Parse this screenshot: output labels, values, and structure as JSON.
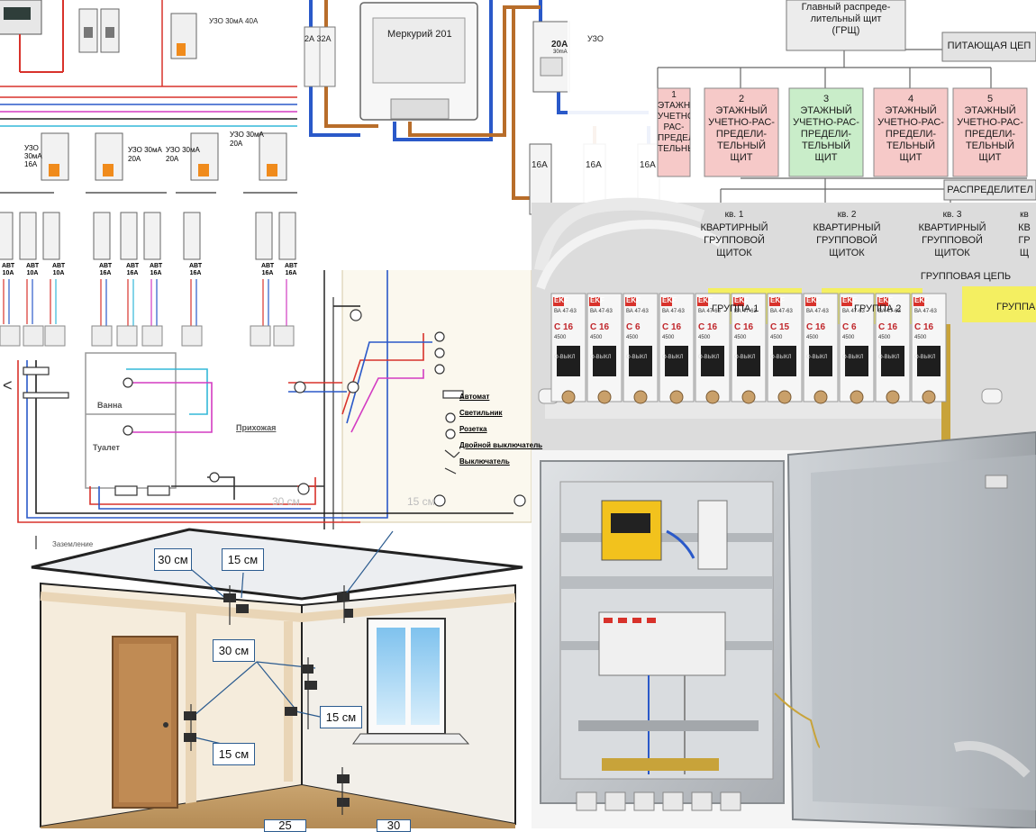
{
  "left_schematic": {
    "rcd_top": "УЗО 30мА 40А",
    "rcd_labels": [
      {
        "line1": "УЗО",
        "line2": "30мА",
        "line3": "16А"
      },
      {
        "line1": "УЗО 30мА",
        "line2": "20А",
        "line3": ""
      },
      {
        "line1": "УЗО 30мА",
        "line2": "20А",
        "line3": ""
      },
      {
        "line1": "УЗО 30мА",
        "line2": "20А",
        "line3": ""
      }
    ],
    "breakers": [
      {
        "line1": "АВТ",
        "line2": "10А"
      },
      {
        "line1": "АВТ",
        "line2": "10А"
      },
      {
        "line1": "АВТ",
        "line2": "10А"
      },
      {
        "line1": "АВТ",
        "line2": "16А"
      },
      {
        "line1": "АВТ",
        "line2": "16А"
      },
      {
        "line1": "АВТ",
        "line2": "16А"
      },
      {
        "line1": "АВТ",
        "line2": "16А"
      },
      {
        "line1": "АВТ",
        "line2": "16А"
      },
      {
        "line1": "АВТ",
        "line2": "16А"
      }
    ],
    "rooms": {
      "bath": "Ванна",
      "toilet": "Туалет",
      "hall": "Прихожая"
    },
    "ground": "Заземление",
    "nav_arrow": "<",
    "dim_30": "30 см",
    "dim_15": "15 см"
  },
  "legend": {
    "items": [
      {
        "icon": "breaker-symbol-icon",
        "label": "Автомат"
      },
      {
        "icon": "lamp-symbol-icon",
        "label": "Светильник"
      },
      {
        "icon": "socket-symbol-icon",
        "label": "Розетка"
      },
      {
        "icon": "double-switch-symbol-icon",
        "label": "Двойной выключатель"
      },
      {
        "icon": "switch-symbol-icon",
        "label": "Выключатель"
      }
    ]
  },
  "meter_panel": {
    "top_breakers": "2А 32А",
    "meter": "Меркурий 201",
    "rcd_rating": "20А",
    "rcd_sub": "30mA",
    "rcd_label": "УЗО",
    "breakers": [
      "16А",
      "16А",
      "16А"
    ]
  },
  "hierarchy": {
    "main": "Главный распреде-\nлительный щит\n(ГРЩ)",
    "feed": "ПИТАЮЩАЯ ЦЕП",
    "floor_boards": [
      {
        "num": "1",
        "text": "ЭТАЖНЫЙ\nУЧЕТНО-РАС-\nПРЕДЕЛИ-\nТЕЛЬНЫЙ"
      },
      {
        "num": "2",
        "text": "ЭТАЖНЫЙ\nУЧЕТНО-РАС-\nПРЕДЕЛИ-\nТЕЛЬНЫЙ\nЩИТ"
      },
      {
        "num": "3",
        "text": "ЭТАЖНЫЙ\nУЧЕТНО-РАС-\nПРЕДЕЛИ-\nТЕЛЬНЫЙ\nЩИТ"
      },
      {
        "num": "4",
        "text": "ЭТАЖНЫЙ\nУЧЕТНО-РАС-\nПРЕДЕЛИ-\nТЕЛЬНЫЙ\nЩИТ"
      },
      {
        "num": "5",
        "text": "ЭТАЖНЫЙ\nУЧЕТНО-РАС-\nПРЕДЕЛИ-\nТЕЛЬНЫЙ\nЩИТ"
      }
    ],
    "distribution": "РАСПРЕДЕЛИТЕЛ",
    "apartments": [
      {
        "num": "кв. 1",
        "text": "КВАРТИРНЫЙ\nГРУППОВОЙ\nЩИТОК"
      },
      {
        "num": "кв. 2",
        "text": "КВАРТИРНЫЙ\nГРУППОВОЙ\nЩИТОК"
      },
      {
        "num": "кв. 3",
        "text": "КВАРТИРНЫЙ\nГРУППОВОЙ\nЩИТОК"
      },
      {
        "num": "кв",
        "text": "КВ\nГР\nЩ"
      }
    ],
    "group_circuit": "ГРУППОВАЯ ЦЕПЬ",
    "groups": [
      "ГРУППА 1",
      "ГРУППА 2",
      "ГРУППА"
    ]
  },
  "breaker_row": {
    "brand": "EKF",
    "model": "ВА 47-63",
    "ratings": [
      "C 16",
      "C 16",
      "C 6",
      "C 16",
      "C 16",
      "C 16",
      "C 15",
      "C 16",
      "C 6",
      "C 16",
      "C 16"
    ],
    "subtext": "4500",
    "switch": "О-ВЫКЛ"
  },
  "room": {
    "dims": [
      {
        "label": "30 см"
      },
      {
        "label": "15 см"
      },
      {
        "label": "30 см"
      },
      {
        "label": "15 см"
      },
      {
        "label": "15 см"
      },
      {
        "label": "25"
      },
      {
        "label": "30"
      }
    ]
  },
  "colors": {
    "wire_red": "#d8322b",
    "wire_blue": "#2a59c9",
    "wire_pink": "#d33cc2",
    "wire_cyan": "#33b8d8",
    "wire_brown": "#b86d2a",
    "board_pink": "#f6c9c8",
    "board_green": "#c9edc9",
    "board_yellow": "#f4ef5a"
  }
}
